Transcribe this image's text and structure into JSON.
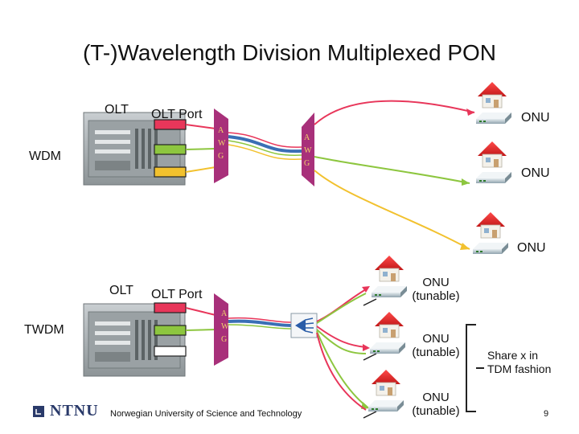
{
  "title": "(T-)Wavelength Division Multiplexed PON",
  "wdm": {
    "label": "WDM",
    "olt_label": "OLT",
    "port_label": "OLT Port",
    "onu_labels": [
      "ONU",
      "ONU",
      "ONU"
    ]
  },
  "twdm": {
    "label": "TWDM",
    "olt_label": "OLT",
    "port_label": "OLT Port",
    "onu_labels": [
      "ONU\n(tunable)",
      "ONU\n(tunable)",
      "ONU\n(tunable)"
    ],
    "share_note": "Share x in TDM fashion"
  },
  "awg_letters": [
    "A",
    "W",
    "G"
  ],
  "footer": {
    "logo_text": "NTNU",
    "university": "Norwegian University of Science and Technology",
    "page_number": "9"
  },
  "colors": {
    "red": "#e8365a",
    "green": "#8dc63f",
    "yellow": "#f2c12e",
    "blue": "#3a6fb5",
    "awg": "#a8307a"
  }
}
